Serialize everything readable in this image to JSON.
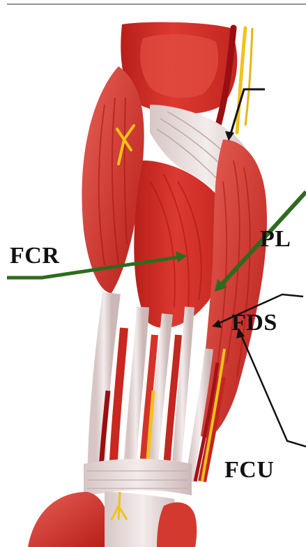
{
  "labels": {
    "fcr": "FCR",
    "pl": "PL",
    "fds": "FDS",
    "fcu": "FCU"
  },
  "colors": {
    "background": "#ffffff",
    "muscle_dark": "#b81f1a",
    "muscle_mid": "#d8352c",
    "muscle_light": "#e9675d",
    "tendon": "#e9dcda",
    "tendon_shade": "#cdb8b8",
    "nerve": "#f2c21a",
    "artery": "#9a0f12",
    "green_arrow": "#2e6b1e",
    "black_arrow": "#111111",
    "label_text": "#111111"
  },
  "icons": {
    "illustration": "forearm-anatomy-illustration",
    "arrows": "pointer-arrow"
  }
}
